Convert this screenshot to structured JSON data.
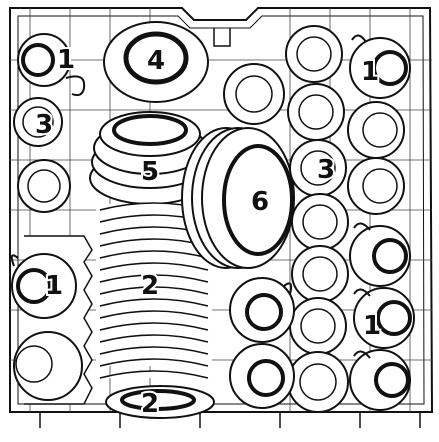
{
  "labels": {
    "cups_top_left": "1",
    "bowl_top": "4",
    "cups_top_right": "1",
    "glass_left": "3",
    "bowl_stack": "5",
    "glass_right": "3",
    "serving_plate": "6",
    "plates_middle": "2",
    "cups_left_middle": "1",
    "cups_right_lower": "1",
    "plate_bottom": "2"
  }
}
